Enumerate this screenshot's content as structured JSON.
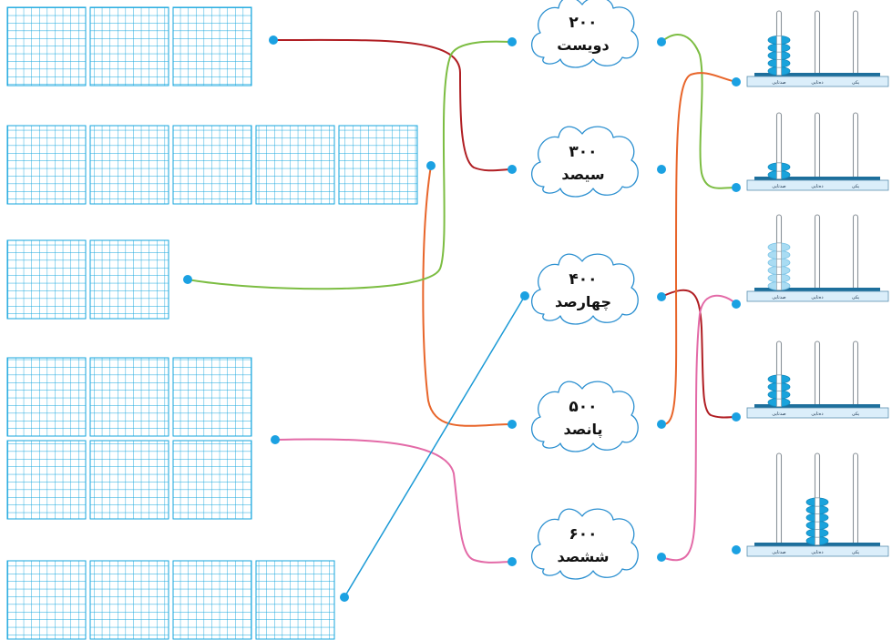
{
  "colors": {
    "grid_stroke": "#16a6de",
    "grid_fill": "#ffffff",
    "dot": "#1ba1e2",
    "cloud_stroke": "#2a8fd0",
    "bead_blue": "#1aa3dc",
    "bead_light": "#a9dcf3",
    "rod": "#8a9299",
    "base_dark": "#1d6f9c",
    "base_light": "#dbeefa",
    "line_red": "#b01e23",
    "line_green": "#7cbd42",
    "line_orange": "#e8652a",
    "line_pink": "#e36aa7",
    "line_blue": "#1b9ad6"
  },
  "grid_groups": [
    {
      "name": "grid-group-300",
      "hundreds": 3
    },
    {
      "name": "grid-group-500",
      "hundreds": 5
    },
    {
      "name": "grid-group-200",
      "hundreds": 2
    },
    {
      "name": "grid-group-600",
      "hundreds": 6
    },
    {
      "name": "grid-group-400",
      "hundreds": 4
    }
  ],
  "clouds": [
    {
      "number": "۲۰۰",
      "word": "دویست"
    },
    {
      "number": "۳۰۰",
      "word": "سیصد"
    },
    {
      "number": "۴۰۰",
      "word": "چهارصد"
    },
    {
      "number": "۵۰۰",
      "word": "پانصد"
    },
    {
      "number": "۶۰۰",
      "word": "ششصد"
    }
  ],
  "abaci": [
    {
      "hundreds": 5,
      "beads_on_rod": "hundreds",
      "style": "solid"
    },
    {
      "hundreds": 2,
      "beads_on_rod": "hundreds",
      "style": "solid"
    },
    {
      "hundreds": 6,
      "beads_on_rod": "hundreds",
      "style": "light"
    },
    {
      "hundreds": 4,
      "beads_on_rod": "hundreds",
      "style": "solid"
    },
    {
      "hundreds": 6,
      "beads_on_rod": "tens",
      "style": "solid"
    }
  ],
  "abacus_labels": {
    "hundreds": "صدتایی",
    "tens": "ده‌تایی",
    "ones": "یکی"
  },
  "connections": [
    {
      "from": "grid-group-300",
      "to": "cloud-300",
      "color": "line_red"
    },
    {
      "from": "grid-group-500",
      "to": "cloud-500",
      "color": "line_orange"
    },
    {
      "from": "grid-group-200",
      "to": "cloud-200",
      "color": "line_green"
    },
    {
      "from": "grid-group-600",
      "to": "cloud-600",
      "color": "line_pink"
    },
    {
      "from": "grid-group-400",
      "to": "cloud-400",
      "color": "line_blue"
    },
    {
      "from": "cloud-200",
      "to": "abacus-2",
      "color": "line_green"
    },
    {
      "from": "cloud-400",
      "to": "abacus-4",
      "color": "line_red"
    },
    {
      "from": "cloud-500",
      "to": "abacus-5",
      "color": "line_orange"
    },
    {
      "from": "cloud-600",
      "to": "abacus-6",
      "color": "line_pink"
    }
  ]
}
